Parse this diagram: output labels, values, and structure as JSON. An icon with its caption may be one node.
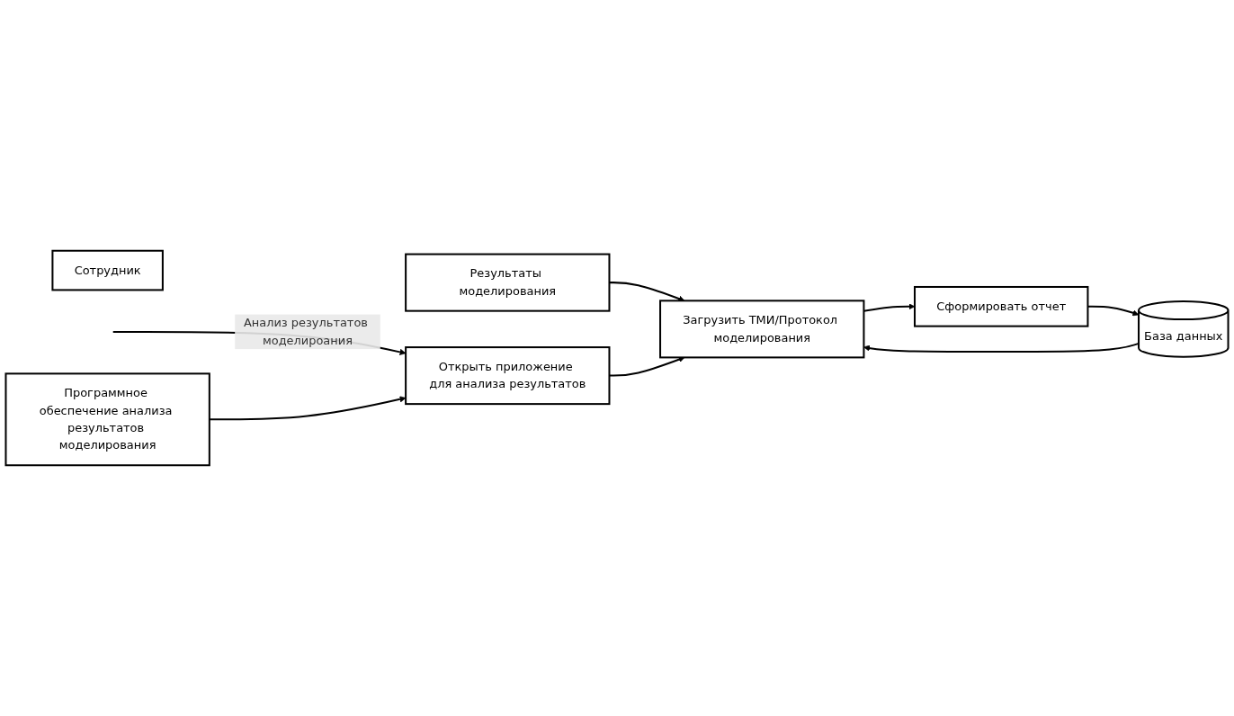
{
  "diagram": {
    "nodes": [
      {
        "text": [
          "Сотрудник"
        ]
      },
      {
        "text": [
          "Результаты моделирования"
        ]
      },
      {
        "text": [
          "Открыть приложение для анализа результатов"
        ]
      },
      {
        "text": [
          "Загрузить ТМИ/Протокол моделирования"
        ]
      },
      {
        "text": [
          "Сформировать отчет"
        ]
      },
      {
        "text": [
          "Программное обеспечение анализа результатов моделирования"
        ]
      },
      {
        "text": [
          "База данных"
        ]
      }
    ],
    "edges": [
      {
        "from": null,
        "to": 2,
        "arrow": "to",
        "label": "Анализ результатов моделироания"
      },
      {
        "from": 1,
        "to": 3,
        "arrow": "to"
      },
      {
        "from": 2,
        "to": 3,
        "arrow": "to"
      },
      {
        "from": 3,
        "to": 4,
        "arrow": "to"
      },
      {
        "from": 4,
        "to": 6,
        "arrow": "to"
      },
      {
        "from": 6,
        "to": 3,
        "arrow": "to"
      },
      {
        "from": 5,
        "to": 2,
        "arrow": "to"
      }
    ]
  }
}
